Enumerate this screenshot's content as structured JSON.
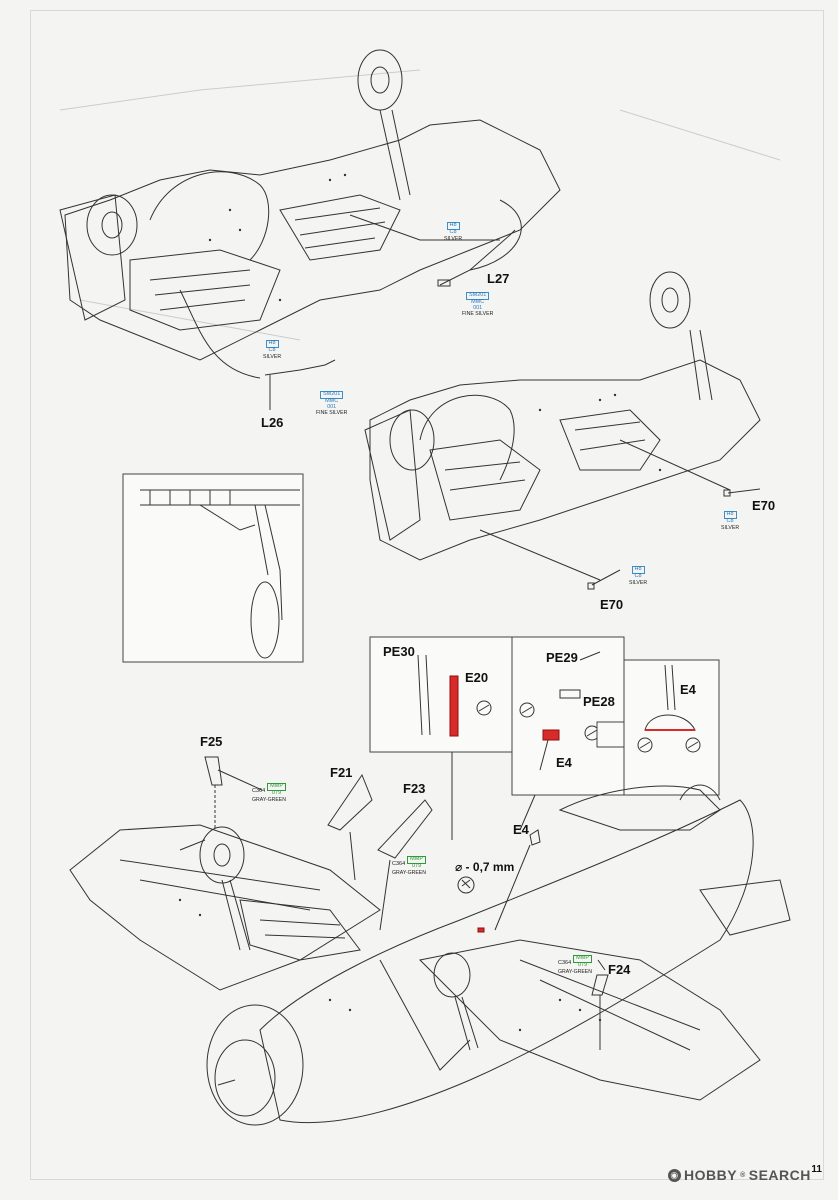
{
  "page": {
    "number": "11"
  },
  "watermark": {
    "brand": "HOBBY",
    "registered": "®",
    "word": "SEARCH",
    "logo_glyph": "◉"
  },
  "parts": {
    "l27": "L27",
    "l26": "L26",
    "e70_right": "E70",
    "e70_bottom": "E70",
    "pe30": "PE30",
    "e20": "E20",
    "pe29": "PE29",
    "pe28": "PE28",
    "e4_inset_small": "E4",
    "e4_inset_right": "E4",
    "f25": "F25",
    "f21": "F21",
    "f23": "F23",
    "e4_main": "E4",
    "f24": "F24"
  },
  "notes": {
    "drill": "⌀ - 0,7 mm"
  },
  "callouts": {
    "l27_paint": {
      "code": "H8",
      "sub": "C8",
      "name": "SILVER"
    },
    "l27_metal": {
      "code": "SM201",
      "sub": "MMC",
      "sub2": "001",
      "name": "FINE SILVER"
    },
    "l26_paint": {
      "code": "H8",
      "sub": "C8",
      "name": "SILVER"
    },
    "l26_metal": {
      "code": "SM201",
      "sub": "MMC",
      "sub2": "001",
      "name": "FINE SILVER"
    },
    "e70_right_paint": {
      "code": "H8",
      "sub": "C8",
      "name": "SILVER"
    },
    "e70_bottom_paint": {
      "code": "H8",
      "sub": "C8",
      "name": "SILVER"
    },
    "f25_paint": {
      "code": "MMP",
      "sub": "079",
      "prefix": "C364",
      "name": "GRAY-GREEN"
    },
    "f23_paint": {
      "code": "MMP",
      "sub": "079",
      "prefix": "C364",
      "name": "GRAY-GREEN"
    },
    "f24_paint": {
      "code": "MMP",
      "sub": "079",
      "prefix": "C364",
      "name": "GRAY-GREEN"
    }
  },
  "colors": {
    "line": "#333333",
    "highlight_red": "#d92a2a",
    "callout_blue": "#2b7cc0",
    "callout_green": "#2e9a3c",
    "background": "#f4f4f2"
  }
}
